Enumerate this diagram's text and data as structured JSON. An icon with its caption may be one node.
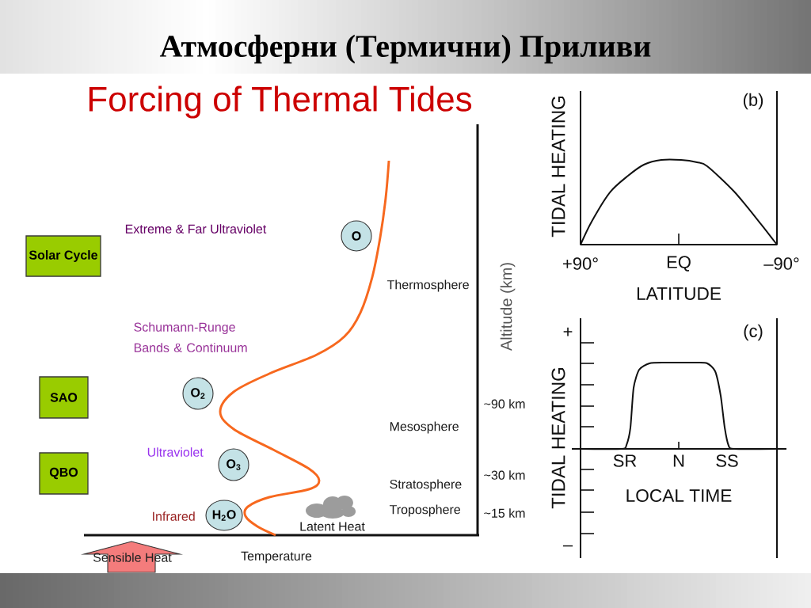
{
  "diagram": {
    "title": "Атмосферни (Термични) Приливи",
    "nodes": [
      {
        "text": [
          "Solar Cycle"
        ]
      },
      {
        "text": [
          "SAO"
        ]
      },
      {
        "text": [
          "QBO"
        ]
      },
      {
        "text": [
          "O"
        ]
      },
      {
        "text": [
          "O$_{2}$"
        ]
      },
      {
        "text": [
          "O$_{3}$"
        ]
      },
      {
        "text": [
          "H$_{2}$O"
        ]
      },
      {
        "text": [
          "Latent Heat"
        ]
      },
      {
        "text": [
          "Sensible Heat"
        ]
      }
    ],
    "labels": [
      "Forcing of Thermal Tides",
      "Extreme & Far Ultraviolet",
      "Thermosphere",
      "Altitude (km)",
      "Schumann-Runge Bands & Continuum",
      "~90 km",
      "Mesosphere",
      "Ultraviolet",
      "~30 km",
      "Stratosphere",
      "Infrared",
      "Troposphere",
      "~15 km",
      "Temperature",
      "TIDAL HEATING",
      "(b)",
      "+90°",
      "EQ",
      "–90°",
      "LATITUDE",
      "+",
      "(c)",
      "TIDAL HEATING",
      "SR",
      "N",
      "SS",
      "LOCAL TIME",
      "–"
    ]
  }
}
